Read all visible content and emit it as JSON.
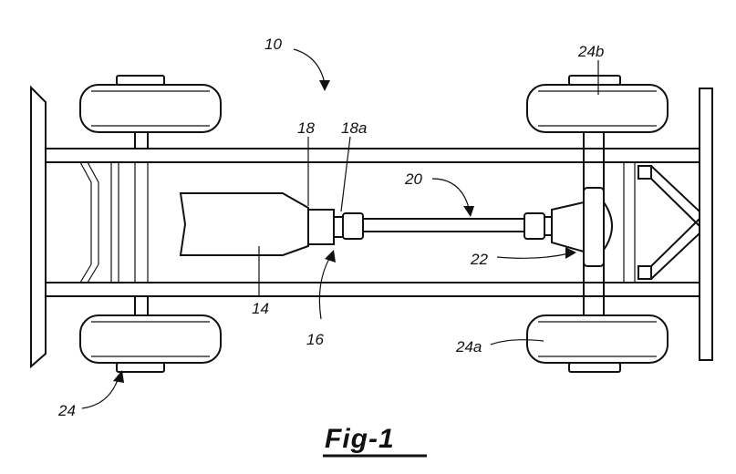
{
  "figure": {
    "caption": "Fig-1",
    "labels": {
      "vehicle": "10",
      "engine": "14",
      "driveline": "16",
      "transmission": "18",
      "transmission_output": "18a",
      "driveshaft": "20",
      "axle": "22",
      "wheel_front_left": "24",
      "wheel_rear_left": "24a",
      "wheel_rear_right": "24b"
    }
  }
}
